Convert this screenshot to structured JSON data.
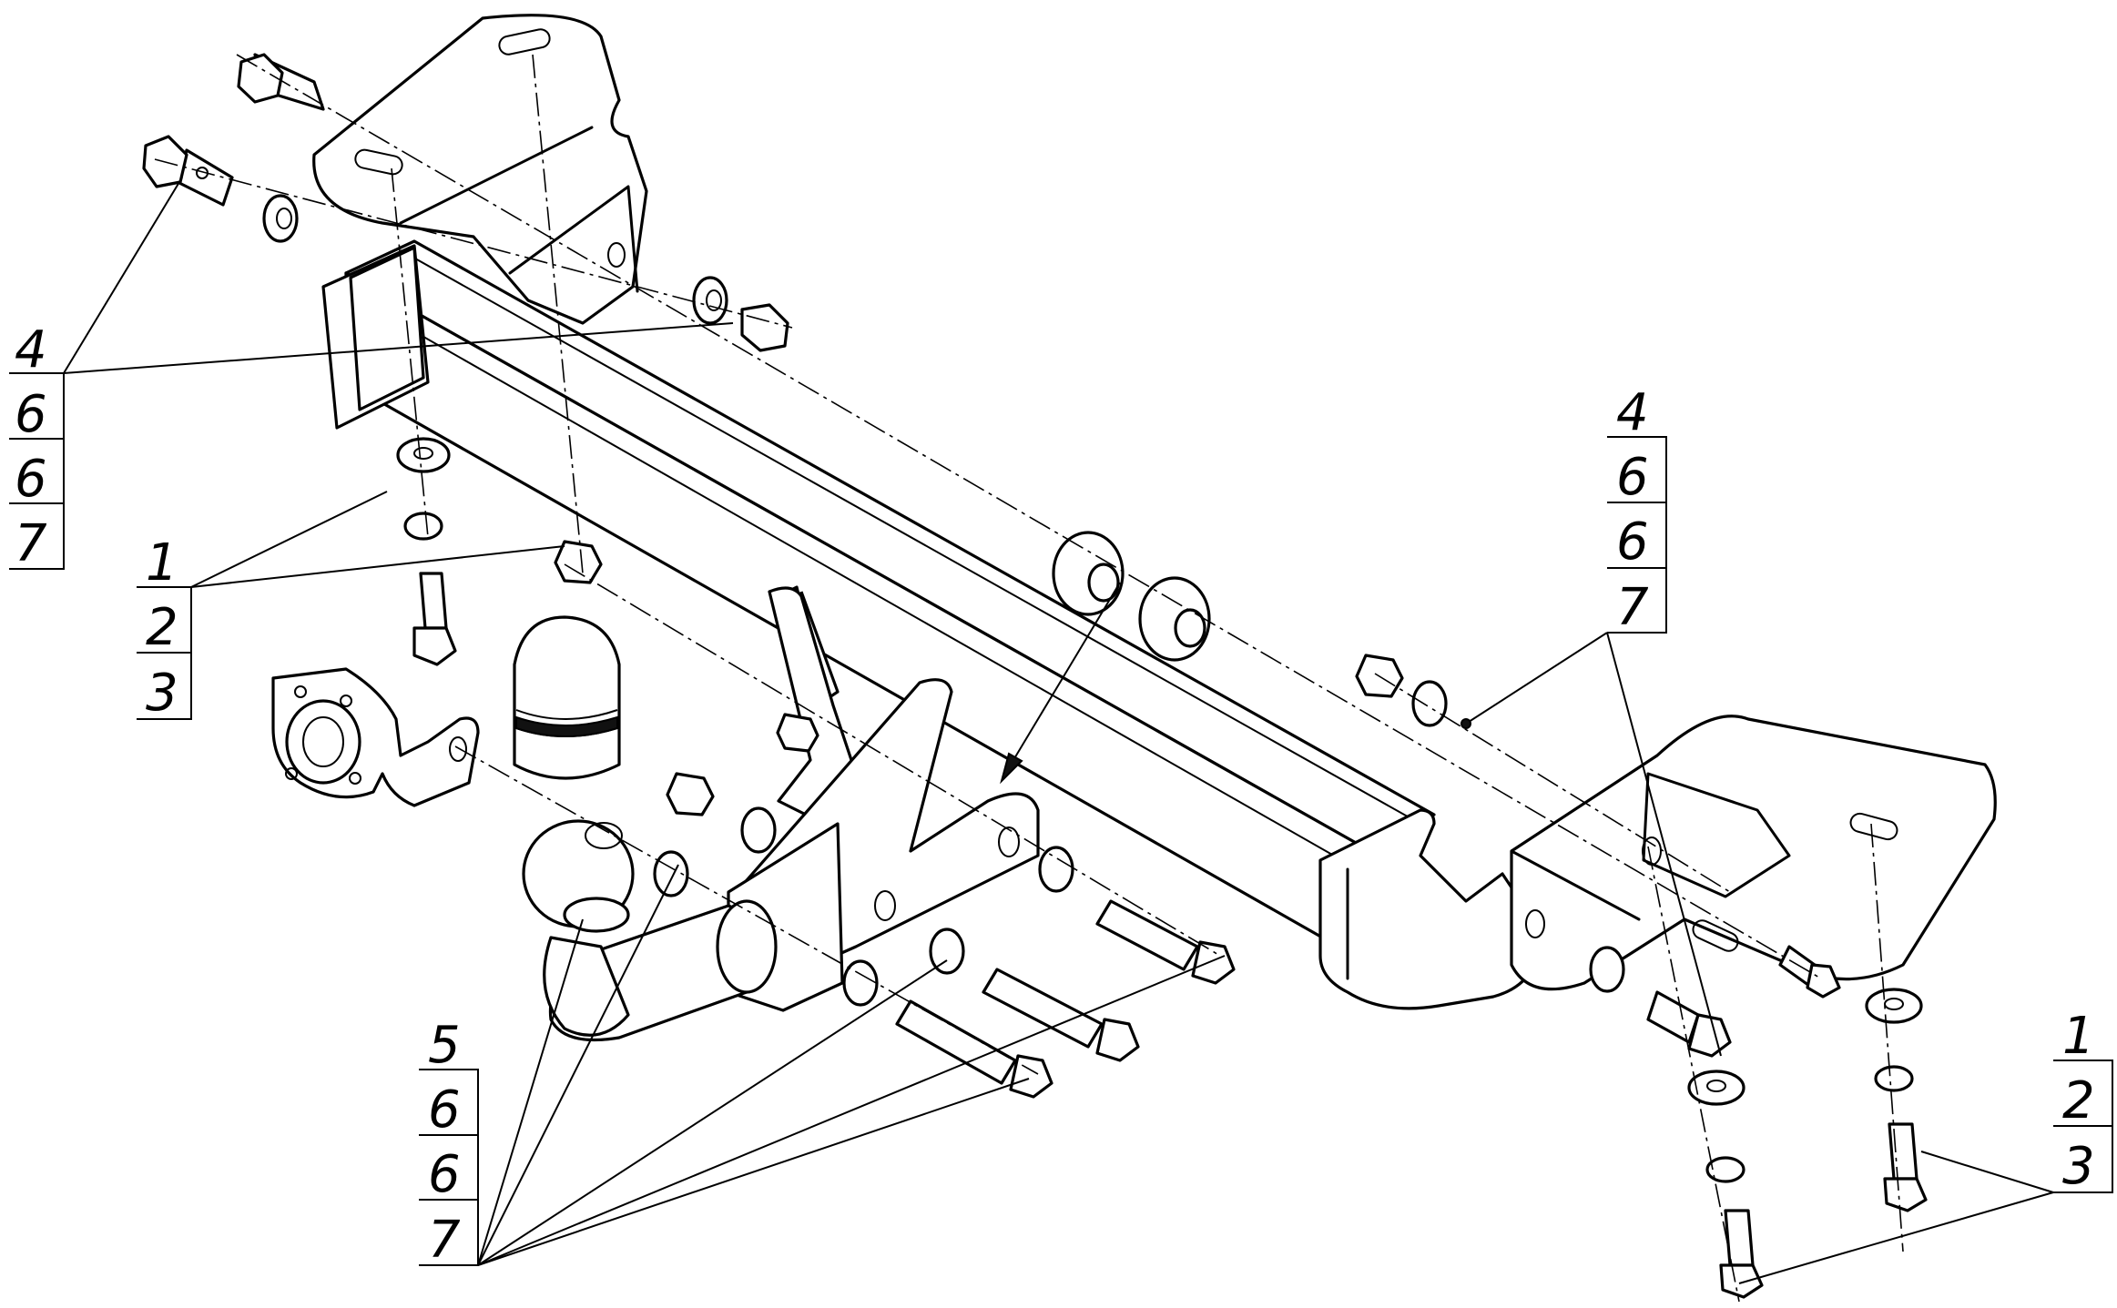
{
  "callouts": {
    "top_left": [
      "4",
      "6",
      "6",
      "7"
    ],
    "mid_left": [
      "1",
      "2",
      "3"
    ],
    "right_upper": [
      "4",
      "6",
      "6",
      "7"
    ],
    "bottom_left": [
      "5",
      "6",
      "6",
      "7"
    ],
    "bottom_right": [
      "1",
      "2",
      "3"
    ]
  },
  "colors": {
    "line": "#000000",
    "background": "#ffffff"
  }
}
